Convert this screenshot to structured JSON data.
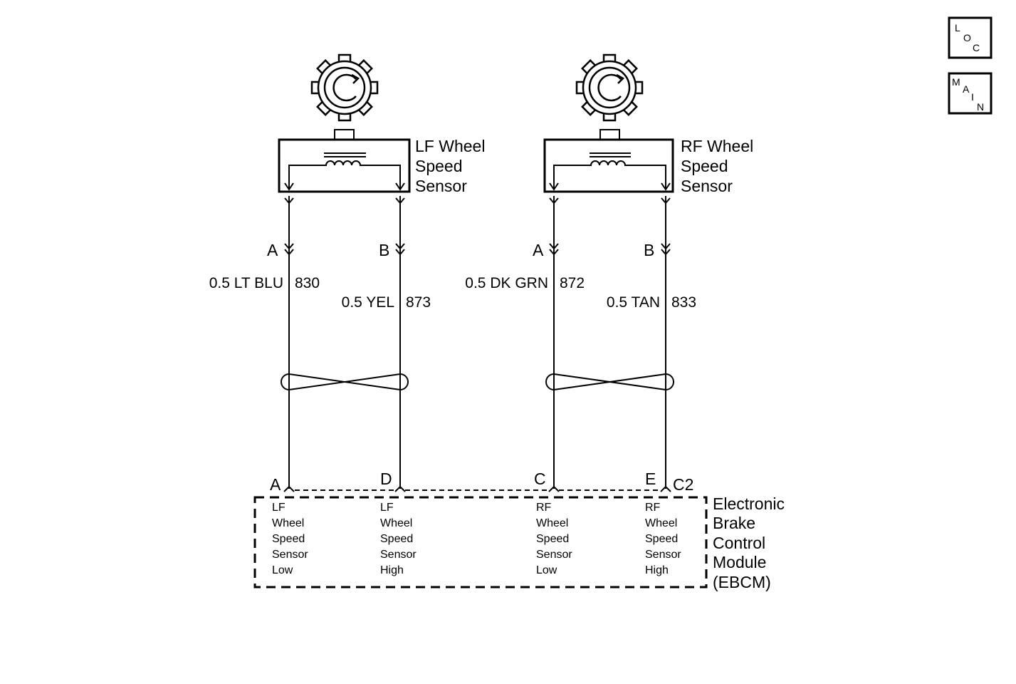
{
  "nav": {
    "loc": {
      "l1": "L",
      "l2": "O",
      "l3": "C"
    },
    "main": {
      "l1": "M",
      "l2": "A",
      "l3": "I",
      "l4": "N"
    }
  },
  "sensors": {
    "lf": {
      "line1": "LF Wheel",
      "line2": "Speed",
      "line3": "Sensor",
      "pin_a": "A",
      "pin_b": "B"
    },
    "rf": {
      "line1": "RF Wheel",
      "line2": "Speed",
      "line3": "Sensor",
      "pin_a": "A",
      "pin_b": "B"
    }
  },
  "wires": [
    {
      "label": "0.5 LT BLU",
      "circuit": "830"
    },
    {
      "label": "0.5 YEL",
      "circuit": "873"
    },
    {
      "label": "0.5 DK GRN",
      "circuit": "872"
    },
    {
      "label": "0.5 TAN",
      "circuit": "833"
    }
  ],
  "ebcm": {
    "title1": "Electronic",
    "title2": "Brake",
    "title3": "Control",
    "title4": "Module",
    "title5": "(EBCM)",
    "connector": "C2",
    "pins": [
      {
        "letter": "A",
        "l1": "LF",
        "l2": "Wheel",
        "l3": "Speed",
        "l4": "Sensor",
        "l5": "Low"
      },
      {
        "letter": "D",
        "l1": "LF",
        "l2": "Wheel",
        "l3": "Speed",
        "l4": "Sensor",
        "l5": "High"
      },
      {
        "letter": "C",
        "l1": "RF",
        "l2": "Wheel",
        "l3": "Speed",
        "l4": "Sensor",
        "l5": "Low"
      },
      {
        "letter": "E",
        "l1": "RF",
        "l2": "Wheel",
        "l3": "Speed",
        "l4": "Sensor",
        "l5": "High"
      }
    ]
  }
}
